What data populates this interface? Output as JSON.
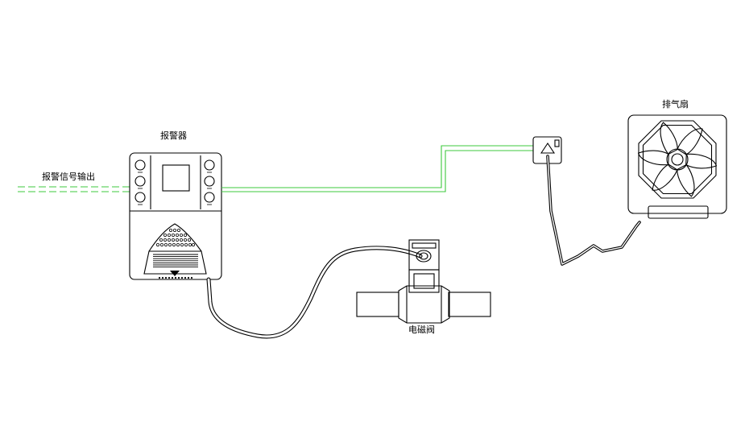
{
  "labels": {
    "alarm": "报警器",
    "signal_output": "报警信号输出",
    "solenoid_valve": "电磁阀",
    "exhaust_fan": "排气扇"
  },
  "colors": {
    "background": "#ffffff",
    "line": "#000000",
    "wire_green": "#3cc83c"
  }
}
